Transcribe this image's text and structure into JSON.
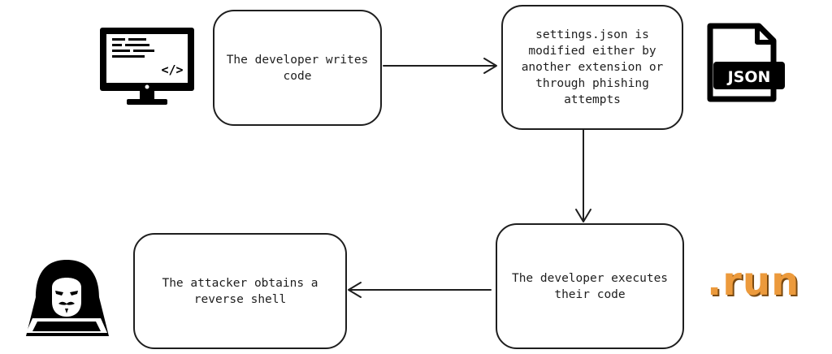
{
  "nodes": {
    "writes_code": "The developer writes code",
    "settings_modified": "settings.json is modified either by another extension or through phishing attempts",
    "executes_code": "The developer executes their code",
    "reverse_shell": "The attacker obtains a reverse shell"
  },
  "icons": {
    "computer": "code-monitor-icon",
    "json_file": "json-file-icon",
    "run": "run-extension-icon",
    "hacker": "hooded-hacker-icon",
    "code_glyph": "</>",
    "json_text": "JSON",
    "run_text": ".run"
  },
  "colors": {
    "stroke": "#1e1e1e",
    "run_orange": "#ec9a3c"
  }
}
